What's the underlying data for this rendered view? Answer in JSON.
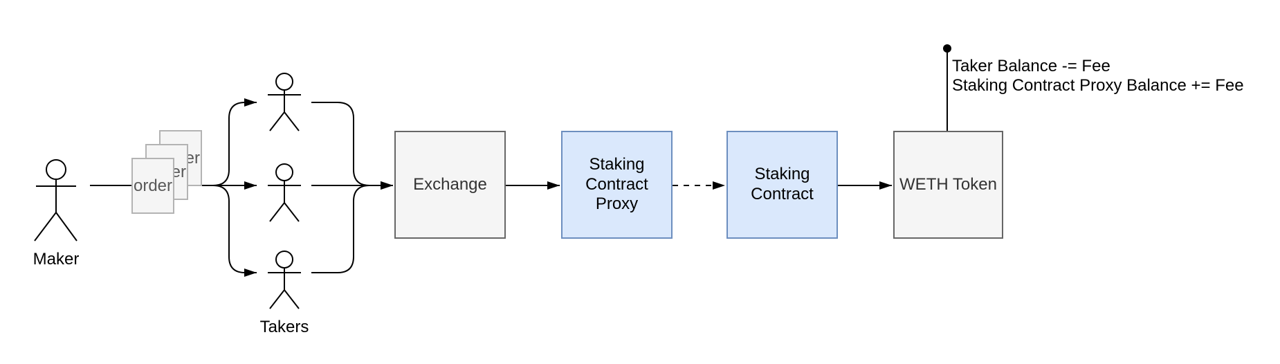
{
  "diagram": {
    "background_color": "#ffffff",
    "maker": {
      "label": "Maker"
    },
    "takers": {
      "label": "Takers",
      "count": 3
    },
    "orders": {
      "label": "order",
      "count": 3
    },
    "nodes": {
      "exchange": {
        "label": "Exchange",
        "fill": "#f5f5f5",
        "stroke": "#666666",
        "text_color": "#333333"
      },
      "staking_contract_proxy": {
        "label": "Staking Contract Proxy",
        "fill": "#dae8fc",
        "stroke": "#6c8ebf",
        "text_color": "#000000"
      },
      "staking_contract": {
        "label": "Staking Contract",
        "fill": "#dae8fc",
        "stroke": "#6c8ebf",
        "text_color": "#000000"
      },
      "weth_token": {
        "label": "WETH Token",
        "fill": "#f5f5f5",
        "stroke": "#666666",
        "text_color": "#333333"
      }
    },
    "annotation": {
      "line1": "Taker Balance -= Fee",
      "line2": "Staking Contract Proxy Balance += Fee"
    },
    "edges": [
      {
        "from": "maker",
        "to": "orders",
        "style": "solid",
        "arrow": false
      },
      {
        "from": "orders",
        "to": "taker-1",
        "style": "solid",
        "arrow": true
      },
      {
        "from": "orders",
        "to": "taker-2",
        "style": "solid",
        "arrow": true
      },
      {
        "from": "orders",
        "to": "taker-3",
        "style": "solid",
        "arrow": true
      },
      {
        "from": "taker-1",
        "to": "exchange",
        "style": "solid",
        "arrow": true
      },
      {
        "from": "taker-2",
        "to": "exchange",
        "style": "solid",
        "arrow": true
      },
      {
        "from": "taker-3",
        "to": "exchange",
        "style": "solid",
        "arrow": true
      },
      {
        "from": "exchange",
        "to": "staking_contract_proxy",
        "style": "solid",
        "arrow": true
      },
      {
        "from": "staking_contract_proxy",
        "to": "staking_contract",
        "style": "dashed",
        "arrow": true
      },
      {
        "from": "staking_contract",
        "to": "weth_token",
        "style": "solid",
        "arrow": true
      },
      {
        "from": "weth_token",
        "to": "annotation",
        "style": "solid",
        "arrow": false
      }
    ],
    "edge_color": "#000000"
  }
}
